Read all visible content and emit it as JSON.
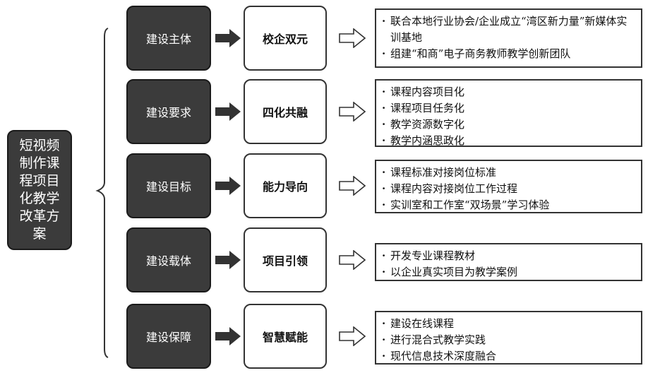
{
  "root": {
    "lines": [
      "短视频",
      "制作课",
      "程项目",
      "化教学",
      "改革方",
      "案"
    ]
  },
  "rows": [
    {
      "category": "建设主体",
      "concept": "校企双元",
      "details": [
        "联合本地行业协会/企业成立“湾区新力量”新媒体实训基地",
        "组建“和商”电子商务教师教学创新团队"
      ]
    },
    {
      "category": "建设要求",
      "concept": "四化共融",
      "details": [
        "课程内容项目化",
        "课程项目任务化",
        "教学资源数字化",
        "教学内涵思政化"
      ]
    },
    {
      "category": "建设目标",
      "concept": "能力导向",
      "details": [
        "课程标准对接岗位标准",
        "课程内容对接岗位工作过程",
        "实训室和工作室“双场景”学习体验"
      ]
    },
    {
      "category": "建设载体",
      "concept": "项目引领",
      "details": [
        "开发专业课程教材",
        "以企业真实项目为教学案例"
      ]
    },
    {
      "category": "建设保障",
      "concept": "智慧赋能",
      "details": [
        "建设在线课程",
        "进行混合式教学实践",
        "现代信息技术深度融合"
      ]
    }
  ],
  "icons": {
    "brace": "left-brace-icon",
    "solid_arrow": "solid-arrow-icon",
    "hollow_arrow": "hollow-arrow-icon"
  },
  "colors": {
    "dark_fill": "#3b3b3b",
    "border": "#333333",
    "text_light": "#ffffff"
  }
}
